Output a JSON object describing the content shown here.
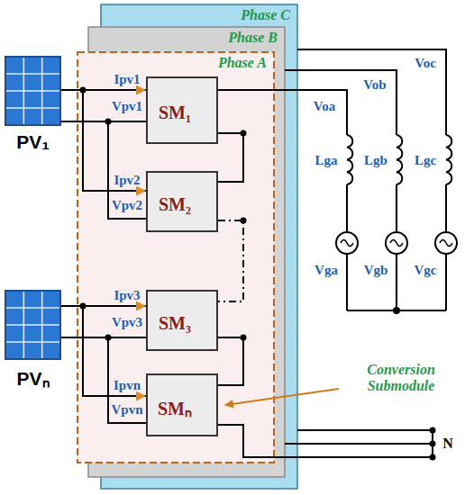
{
  "diagram": {
    "nodes": [
      {
        "text": [
          "Phase C"
        ]
      },
      {
        "text": [
          "Phase B"
        ]
      },
      {
        "text": [
          "Phase A"
        ]
      },
      {
        "text": [
          "SM₁"
        ],
        "in": 2
      },
      {
        "text": [
          "SM₂"
        ],
        "in": 2
      },
      {
        "text": [
          "SM₃"
        ],
        "in": 2
      },
      {
        "text": [
          "SMₙ"
        ],
        "in": 2
      },
      {
        "text": [
          "PV₁"
        ]
      },
      {
        "text": [
          "PVₙ"
        ]
      }
    ],
    "edges": [
      {
        "from": 7,
        "to": 3,
        "arrow": "to"
      },
      {
        "from": 7,
        "to": 4,
        "arrow": "to"
      },
      {
        "from": 8,
        "to": 5,
        "arrow": "to"
      },
      {
        "from": 8,
        "to": 6,
        "arrow": "to"
      },
      {
        "from": 3,
        "to": 4,
        "arrow": "none"
      },
      {
        "from": 4,
        "to": 5,
        "arrow": "none"
      },
      {
        "from": 5,
        "to": 6,
        "arrow": "none"
      }
    ],
    "labels": [
      "Ipv1",
      "Vpv1",
      "Ipv2",
      "Vpv2",
      "Ipv3",
      "Vpv3",
      "Ipvn",
      "Vpvn",
      "Voa",
      "Vob",
      "Voc",
      "Lga",
      "Lgb",
      "Lgc",
      "Vga",
      "Vgb",
      "Vgc",
      "Conversion Submodule",
      "N"
    ]
  }
}
